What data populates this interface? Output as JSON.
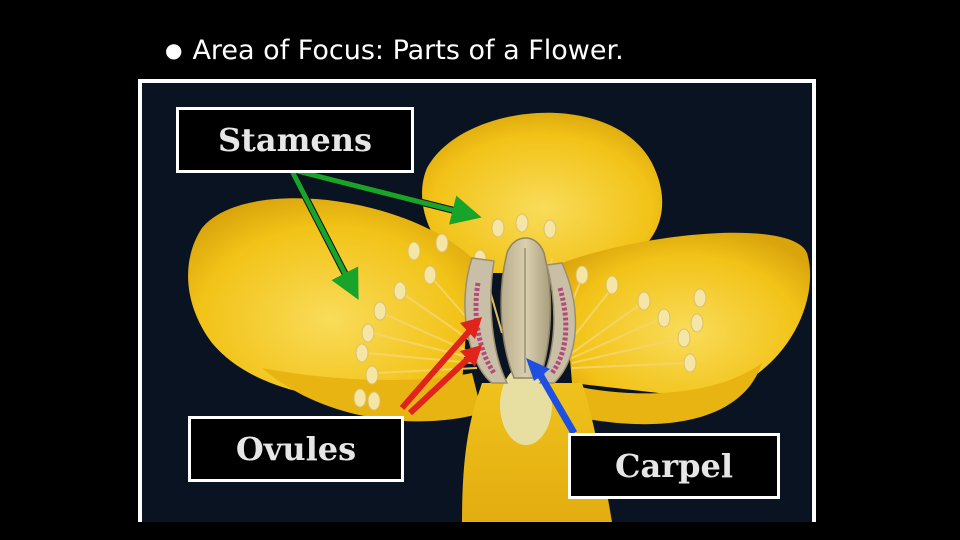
{
  "slide": {
    "bullet": "●",
    "title": "Area of Focus: Parts of a Flower."
  },
  "diagram": {
    "labels": {
      "stamens": "Stamens",
      "ovules": "Ovules",
      "carpel": "Carpel"
    },
    "colors": {
      "background": "#0a1322",
      "petal": "#f2c318",
      "stamens_arrow": "#18a32a",
      "ovules_arrow": "#e0241c",
      "carpel_arrow": "#1f4fe0"
    }
  }
}
